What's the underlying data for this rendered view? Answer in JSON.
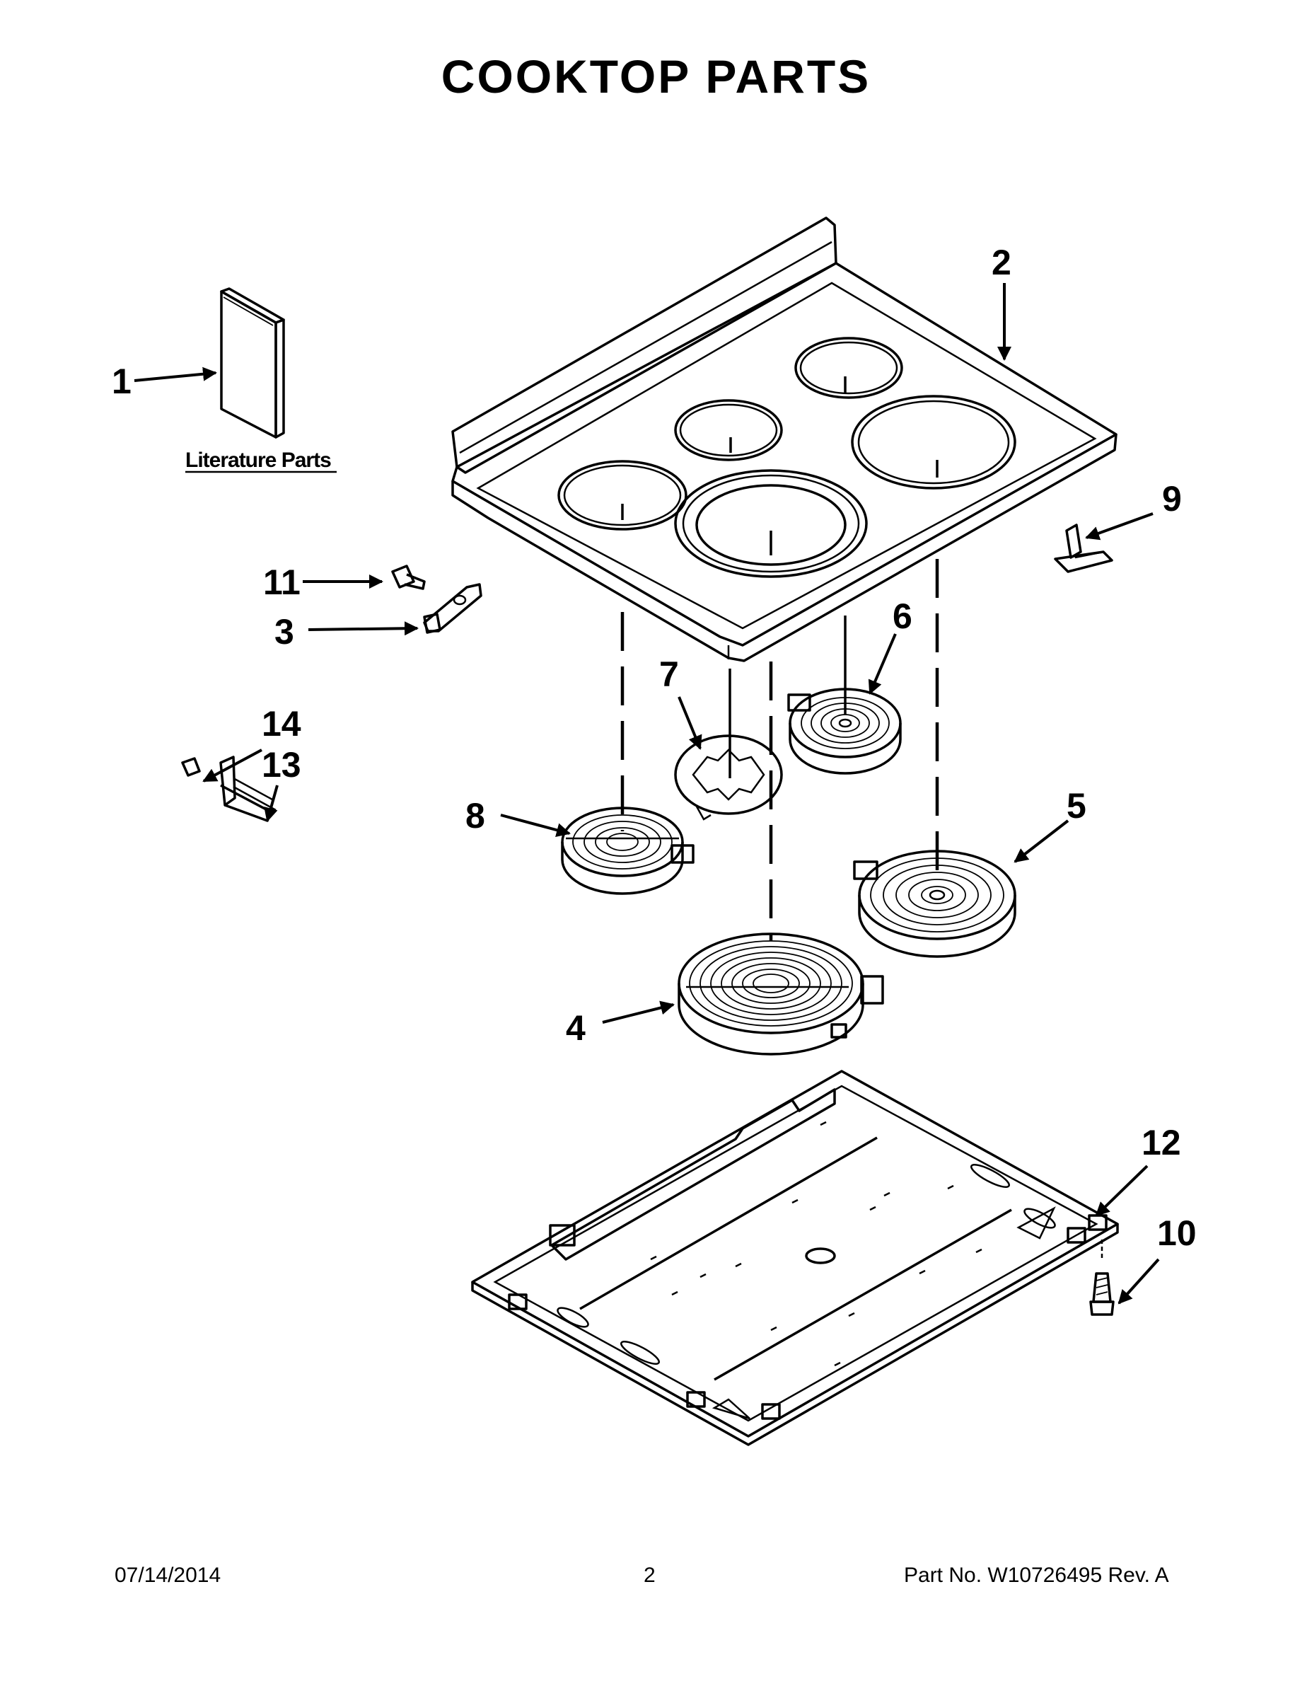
{
  "title": "COOKTOP PARTS",
  "literature_label": "Literature Parts",
  "callouts": {
    "c1": "1",
    "c2": "2",
    "c3": "3",
    "c4": "4",
    "c5": "5",
    "c6": "6",
    "c7": "7",
    "c8": "8",
    "c9": "9",
    "c10": "10",
    "c11": "11",
    "c12": "12",
    "c13": "13",
    "c14": "14"
  },
  "footer": {
    "date": "07/14/2014",
    "page": "2",
    "part": "Part No.  W10726495  Rev.  A"
  }
}
